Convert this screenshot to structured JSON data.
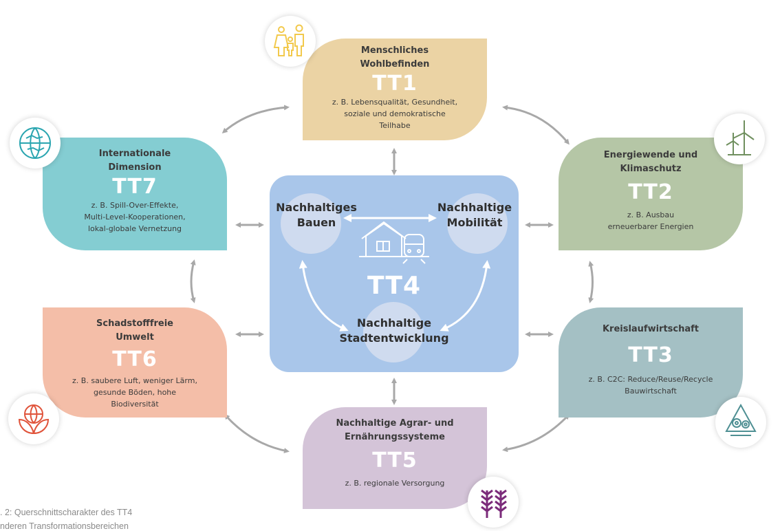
{
  "center": {
    "code": "TT4",
    "node_bauen": "Nachhaltiges\nBauen",
    "node_mobilitaet": "Nachhaltige\nMobilität",
    "node_stadt": "Nachhaltige\nStadtentwicklung"
  },
  "tt1": {
    "title": "Menschliches\nWohlbefinden",
    "code": "TT1",
    "examples": "z. B. Lebensqualität, Gesundheit,\nsoziale und demokratische\nTeilhabe",
    "icon": "family-icon"
  },
  "tt2": {
    "title": "Energiewende und\nKlimaschutz",
    "code": "TT2",
    "examples": "z. B. Ausbau\nerneuerbarer Energien",
    "icon": "wind-turbine-icon"
  },
  "tt3": {
    "title": "Kreislaufwirtschaft",
    "code": "TT3",
    "examples": "z. B. C2C: Reduce/Reuse/Recycle\nBauwirtschaft",
    "icon": "recycling-gears-icon"
  },
  "tt5": {
    "title": "Nachhaltige Agrar- und\nErnährungssysteme",
    "code": "TT5",
    "examples": "z. B. regionale Versorgung",
    "icon": "wheat-icon"
  },
  "tt6": {
    "title": "Schadstofffreie\nUmwelt",
    "code": "TT6",
    "examples": "z. B. saubere Luft, weniger Lärm,\ngesunde Böden, hohe\nBiodiversität",
    "icon": "globe-leaves-icon"
  },
  "tt7": {
    "title": "Internationale\nDimension",
    "code": "TT7",
    "examples": "z. B. Spill-Over-Effekte,\nMulti-Level-Kooperationen,\nlokal-globale Vernetzung",
    "icon": "globe-hands-icon"
  },
  "caption": {
    "line1": ". 2: Querschnittscharakter des TT4",
    "line2": "nderen Transformationsbereichen"
  },
  "colors": {
    "tt1": "#ebd3a4",
    "tt2": "#b5c6a6",
    "tt3": "#a4c0c4",
    "tt4": "#a9c6ea",
    "tt5": "#d4c4d8",
    "tt6": "#f4bea8",
    "tt7": "#84cdd2",
    "arrow": "#a8a8a8",
    "icon_family": "#f2c94c",
    "icon_globe_hands": "#2aa5b0",
    "icon_turbine": "#6f8f5e",
    "icon_recycle": "#4e8f93",
    "icon_wheat": "#7b2b7a",
    "icon_globe_leaves": "#e0533a"
  }
}
